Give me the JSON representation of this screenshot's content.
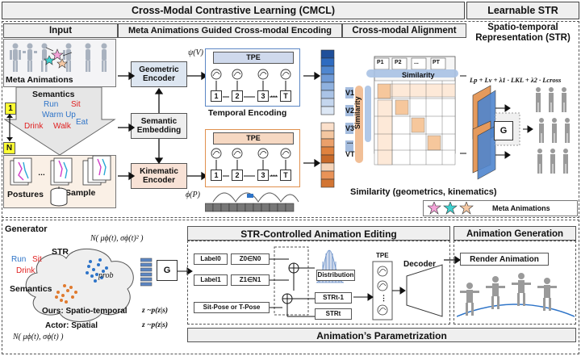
{
  "headers": {
    "cmcl": "Cross-Modal Contrastive Learning (CMCL)",
    "learnable_str": "Learnable STR",
    "input": "Input",
    "meta_guided": "Meta Animations Guided Cross-modal Encoding",
    "alignment": "Cross-modal Alignment",
    "str_title": "Spatio-temporal Representation (STR)"
  },
  "input": {
    "meta_animations": "Meta Animations",
    "semantics_title": "Semantics",
    "words": [
      "Run",
      "Sit",
      "Warm Up",
      "Drink",
      "Walk",
      "Eat"
    ],
    "postures": "Postures",
    "sample": "Sample",
    "badge_1": "1",
    "badge_n": "N"
  },
  "encoding": {
    "geometric_encoder": "Geometric Encoder",
    "semantic_embedding": "Semantic Embedding",
    "kinematic_encoder": "Kinematic Encoder",
    "psi_v": "ψ(V)",
    "phi_p": "ϕ(P)",
    "tpe": "TPE",
    "temporal_encoding": "Temporal Encoding",
    "t_labels": [
      "1",
      "2",
      "3",
      "T"
    ],
    "dots": "…"
  },
  "alignment": {
    "similarity": "Similarity",
    "p_labels": [
      "P1",
      "P2",
      "...",
      "PT"
    ],
    "v_labels": [
      "V1",
      "V2",
      "V3",
      "...",
      "VT"
    ],
    "caption": "Similarity (geometrics, kinematics)"
  },
  "str": {
    "loss": "Lp + Lv + λ1 · LKL + λ2 · Lcross",
    "g": "G",
    "meta_animations": "Meta Animations"
  },
  "generator": {
    "title": "Generator",
    "normal_top": "N( μϕ(t), σϕ(t)² )",
    "normal_bottom": "N( μϕ(t), σϕ(t) )",
    "words": [
      "Run",
      "Sit",
      "Drink"
    ],
    "str": "STR",
    "semantics": "Semantics",
    "prob": "prob",
    "ours": "Ours: Spatio-temporal",
    "actor": "Actor: Spatial",
    "g": "G",
    "z1": "z ~p(z|s)",
    "z2": "z ~p(z|s)",
    "editing_title": "STR-Controlled Animation Editing",
    "label0": "Label0",
    "label1": "Label1",
    "z0": "Z0∈N0",
    "z1n": "Z1∈N1",
    "sit_pose": "Sit-Pose or T-Pose",
    "distribution": "Distribution",
    "str_t1": "STRt-1",
    "str_t": "STRt",
    "tpe": "TPE",
    "decoder": "Decoder",
    "animation_generation": "Animation Generation",
    "render_animation": "Render Animation",
    "parametrization": "Animation’s Parametrization"
  },
  "colors": {
    "blue": "#2e74c8",
    "orange": "#e07a2e",
    "red": "#e02020",
    "header_bg": "#efefef"
  }
}
